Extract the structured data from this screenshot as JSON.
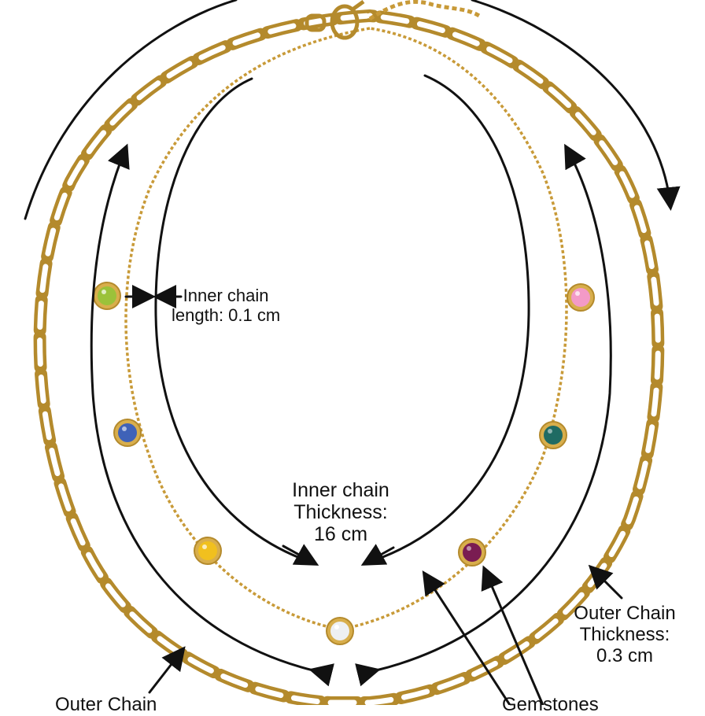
{
  "annotations": {
    "inner_chain_length": {
      "line1": "Inner chain",
      "line2": "length: 0.1 cm"
    },
    "inner_chain_thickness": {
      "line1": "Inner chain",
      "line2": "Thickness:",
      "line3": "16 cm"
    },
    "outer_chain_thickness": {
      "line1": "Outer Chain",
      "line2": "Thickness:",
      "line3": "0.3 cm"
    },
    "outer_chain_length_partial": "Outer Chain",
    "stones_partial": "Gemstones"
  },
  "colors": {
    "gold": "#d8ae4c",
    "gold_dark": "#b48a2c",
    "gold_light": "#f1d68a",
    "arrow": "#111111",
    "background": "#ffffff"
  },
  "gems": [
    {
      "name": "peridot",
      "color": "#9bc23a"
    },
    {
      "name": "sapphire",
      "color": "#3f62b8"
    },
    {
      "name": "citrine",
      "color": "#f1c01e"
    },
    {
      "name": "diamond",
      "color": "#eef0f3"
    },
    {
      "name": "amethyst",
      "color": "#7a1c52"
    },
    {
      "name": "emerald",
      "color": "#1f6b63"
    },
    {
      "name": "rose-quartz",
      "color": "#f39ac7"
    }
  ]
}
